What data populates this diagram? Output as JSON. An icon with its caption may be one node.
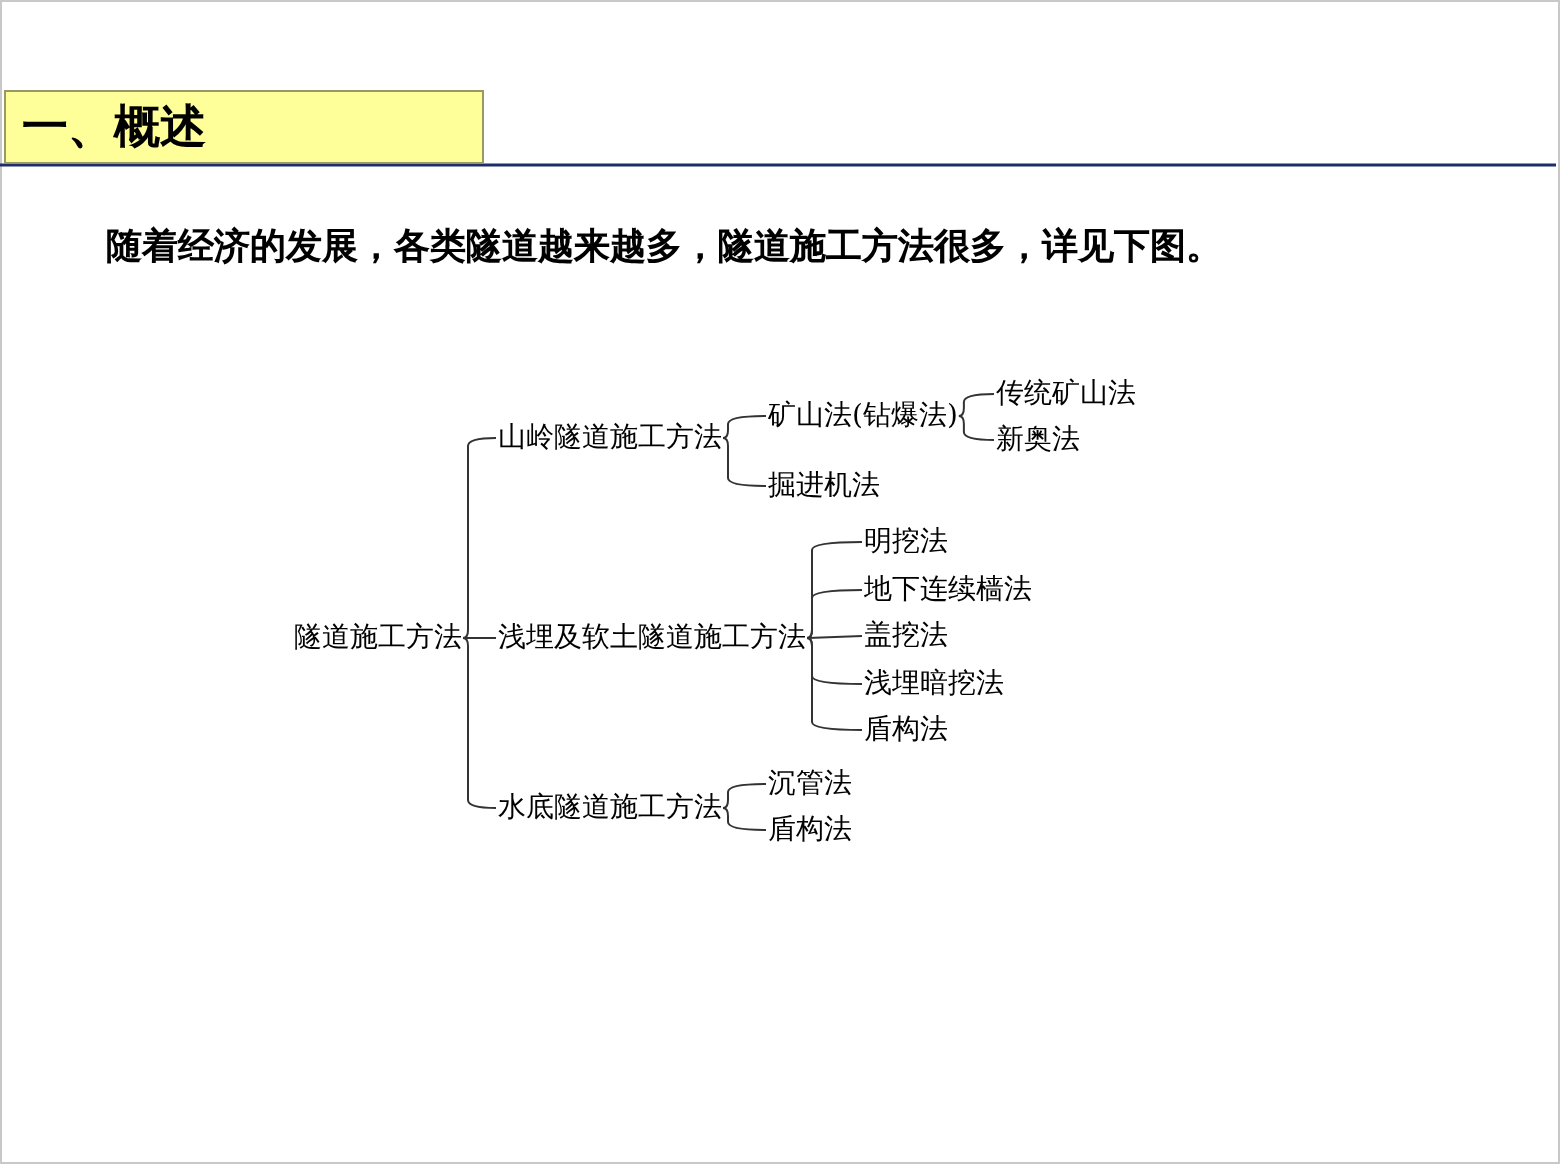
{
  "diagram": {
    "title": "一、概述",
    "nodes": [
      {
        "text": [
          "隧道施工方法"
        ]
      },
      {
        "text": [
          "山岭隧道施工方法"
        ]
      },
      {
        "text": [
          "矿山法(钻爆法)"
        ]
      },
      {
        "text": [
          "传统矿山法"
        ]
      },
      {
        "text": [
          "新奥法"
        ]
      },
      {
        "text": [
          "掘进机法"
        ]
      },
      {
        "text": [
          "浅埋及软土隧道施工方法"
        ]
      },
      {
        "text": [
          "明挖法"
        ]
      },
      {
        "text": [
          "地下连续樯法"
        ]
      },
      {
        "text": [
          "盖挖法"
        ]
      },
      {
        "text": [
          "浅埋暗挖法"
        ]
      },
      {
        "text": [
          "盾构法"
        ]
      },
      {
        "text": [
          "水底隧道施工方法"
        ]
      },
      {
        "text": [
          "沉管法"
        ]
      },
      {
        "text": [
          "盾构法"
        ]
      }
    ],
    "edges": [
      {
        "from": 0,
        "to": 1,
        "arrow": "none"
      },
      {
        "from": 0,
        "to": 6,
        "arrow": "none"
      },
      {
        "from": 0,
        "to": 12,
        "arrow": "none"
      },
      {
        "from": 1,
        "to": 2,
        "arrow": "none"
      },
      {
        "from": 1,
        "to": 5,
        "arrow": "none"
      },
      {
        "from": 2,
        "to": 3,
        "arrow": "none"
      },
      {
        "from": 2,
        "to": 4,
        "arrow": "none"
      },
      {
        "from": 6,
        "to": 7,
        "arrow": "none"
      },
      {
        "from": 6,
        "to": 8,
        "arrow": "none"
      },
      {
        "from": 6,
        "to": 9,
        "arrow": "none"
      },
      {
        "from": 6,
        "to": 10,
        "arrow": "none"
      },
      {
        "from": 6,
        "to": 11,
        "arrow": "none"
      },
      {
        "from": 12,
        "to": 13,
        "arrow": "none"
      },
      {
        "from": 12,
        "to": 14,
        "arrow": "none"
      }
    ],
    "labels": [
      "随着经济的发展，各类隧道越来越多，隧道施工方法很多，详见下图。"
    ]
  }
}
